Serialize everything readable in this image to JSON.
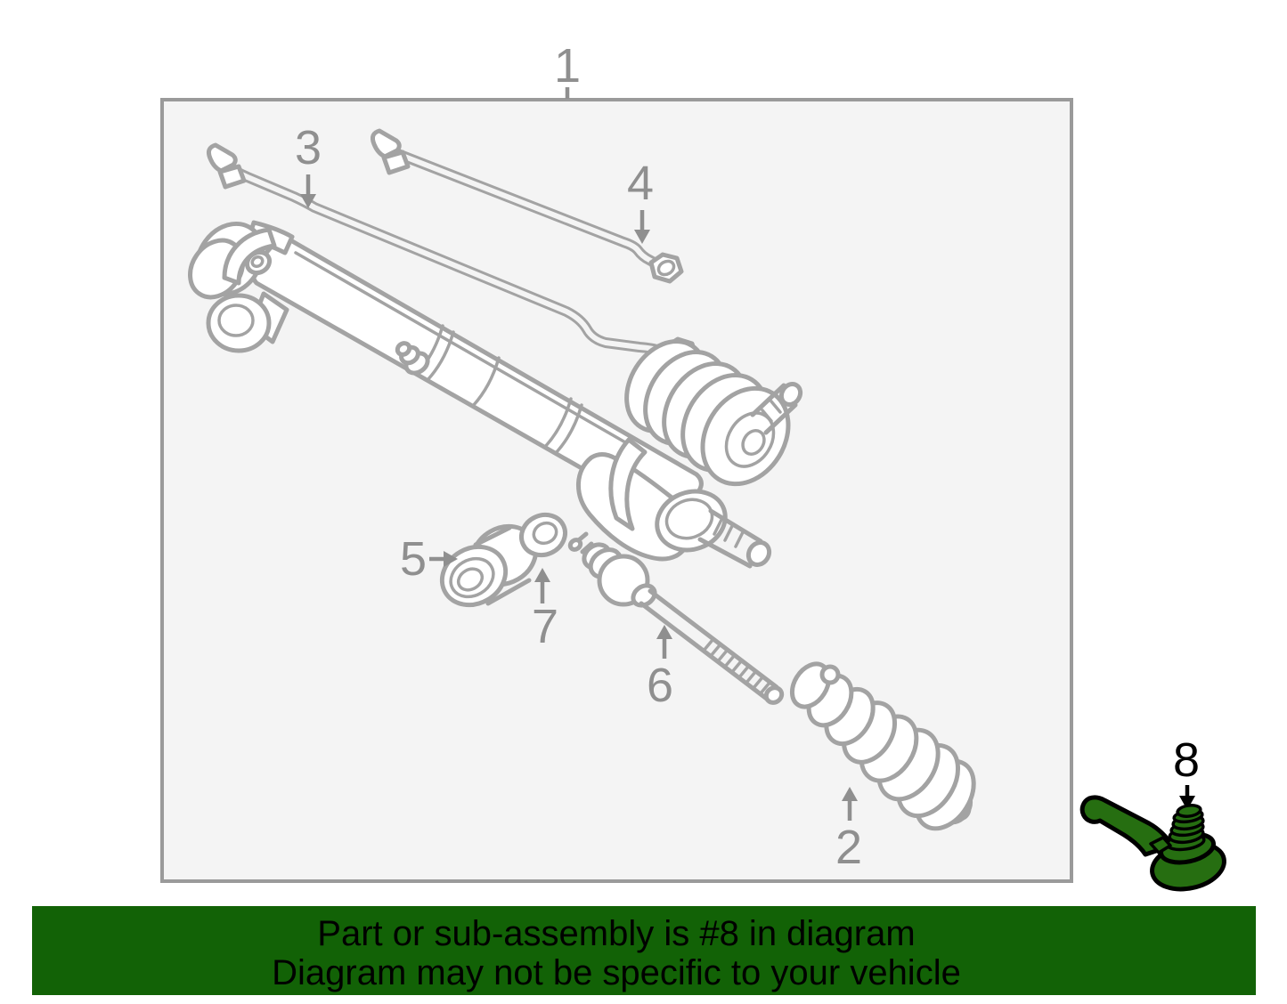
{
  "figure": {
    "callouts": [
      {
        "label": "1"
      },
      {
        "label": "2"
      },
      {
        "label": "3"
      },
      {
        "label": "4"
      },
      {
        "label": "5"
      },
      {
        "label": "6"
      },
      {
        "label": "7"
      },
      {
        "label": "8"
      }
    ]
  },
  "highlight": {
    "part_number": "8"
  },
  "banner": {
    "line1": "Part or sub-assembly is #8 in diagram",
    "line2": "Diagram may not be specific to your vehicle"
  },
  "colors": {
    "page_bg": "#ffffff",
    "box_fill": "#f4f4f4",
    "box_border": "#9a9a9a",
    "line_gray": "#a3a3a3",
    "label_gray": "#8f8f8f",
    "highlight_green": "#266e11",
    "highlight_outline": "#000000",
    "banner_green": "#126206",
    "banner_text": "#000000"
  }
}
